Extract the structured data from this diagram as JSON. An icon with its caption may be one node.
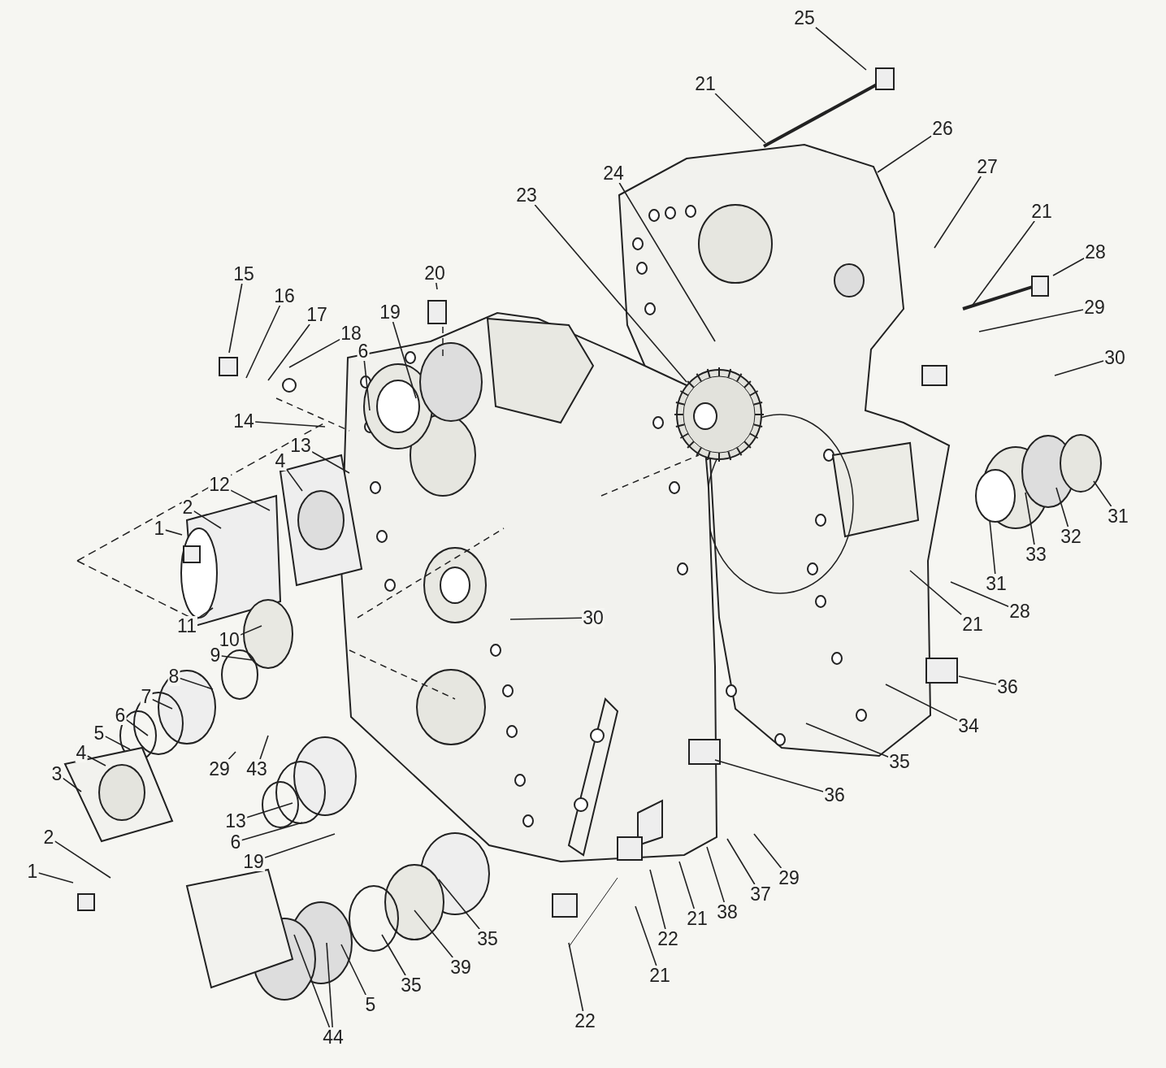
{
  "diagram": {
    "nodes": [
      {
        "text": [
          "25"
        ]
      },
      {
        "text": [
          "21"
        ]
      },
      {
        "text": [
          "26"
        ]
      },
      {
        "text": [
          "24"
        ]
      },
      {
        "text": [
          "23"
        ]
      },
      {
        "text": [
          "27"
        ]
      },
      {
        "text": [
          "21"
        ]
      },
      {
        "text": [
          "28"
        ]
      },
      {
        "text": [
          "29"
        ]
      },
      {
        "text": [
          "30"
        ]
      },
      {
        "text": [
          "20"
        ]
      },
      {
        "text": [
          "15"
        ]
      },
      {
        "text": [
          "16"
        ]
      },
      {
        "text": [
          "19"
        ]
      },
      {
        "text": [
          "17"
        ]
      },
      {
        "text": [
          "18"
        ]
      },
      {
        "text": [
          "6"
        ]
      },
      {
        "text": [
          "14"
        ]
      },
      {
        "text": [
          "13"
        ]
      },
      {
        "text": [
          "4"
        ]
      },
      {
        "text": [
          "12"
        ]
      },
      {
        "text": [
          "2"
        ]
      },
      {
        "text": [
          "1"
        ]
      },
      {
        "text": [
          "31"
        ]
      },
      {
        "text": [
          "32"
        ]
      },
      {
        "text": [
          "33"
        ]
      },
      {
        "text": [
          "31"
        ]
      },
      {
        "text": [
          "28"
        ]
      },
      {
        "text": [
          "30"
        ]
      },
      {
        "text": [
          "21"
        ]
      },
      {
        "text": [
          "11"
        ]
      },
      {
        "text": [
          "10"
        ]
      },
      {
        "text": [
          "9"
        ]
      },
      {
        "text": [
          "8"
        ]
      },
      {
        "text": [
          "36"
        ]
      },
      {
        "text": [
          "7"
        ]
      },
      {
        "text": [
          "6"
        ]
      },
      {
        "text": [
          "34"
        ]
      },
      {
        "text": [
          "5"
        ]
      },
      {
        "text": [
          "4"
        ]
      },
      {
        "text": [
          "3"
        ]
      },
      {
        "text": [
          "35"
        ]
      },
      {
        "text": [
          "29"
        ]
      },
      {
        "text": [
          "43"
        ]
      },
      {
        "text": [
          "36"
        ]
      },
      {
        "text": [
          "13"
        ]
      },
      {
        "text": [
          "2"
        ]
      },
      {
        "text": [
          "6"
        ]
      },
      {
        "text": [
          "19"
        ]
      },
      {
        "text": [
          "1"
        ]
      },
      {
        "text": [
          "29"
        ]
      },
      {
        "text": [
          "37"
        ]
      },
      {
        "text": [
          "38"
        ]
      },
      {
        "text": [
          "21"
        ]
      },
      {
        "text": [
          "22"
        ]
      },
      {
        "text": [
          "35"
        ]
      },
      {
        "text": [
          "39"
        ]
      },
      {
        "text": [
          "21"
        ]
      },
      {
        "text": [
          "35"
        ]
      },
      {
        "text": [
          "5"
        ]
      },
      {
        "text": [
          "22"
        ]
      },
      {
        "text": [
          "44"
        ]
      }
    ],
    "edges": [
      {
        "from": 0,
        "to": null,
        "arrow": "none"
      },
      {
        "from": 1,
        "to": null,
        "arrow": "none"
      },
      {
        "from": 2,
        "to": null,
        "arrow": "none"
      },
      {
        "from": 3,
        "to": null,
        "arrow": "none"
      },
      {
        "from": 4,
        "to": null,
        "arrow": "none"
      },
      {
        "from": 5,
        "to": null,
        "arrow": "none"
      },
      {
        "from": 6,
        "to": null,
        "arrow": "none"
      },
      {
        "from": 7,
        "to": null,
        "arrow": "none"
      },
      {
        "from": 8,
        "to": null,
        "arrow": "none"
      },
      {
        "from": 9,
        "to": null,
        "arrow": "none"
      },
      {
        "from": 10,
        "to": null,
        "arrow": "none"
      },
      {
        "from": 11,
        "to": null,
        "arrow": "none"
      },
      {
        "from": 12,
        "to": null,
        "arrow": "none"
      },
      {
        "from": 13,
        "to": null,
        "arrow": "none"
      },
      {
        "from": 14,
        "to": null,
        "arrow": "none"
      },
      {
        "from": 15,
        "to": null,
        "arrow": "none"
      },
      {
        "from": 16,
        "to": null,
        "arrow": "none"
      },
      {
        "from": 17,
        "to": null,
        "arrow": "none"
      },
      {
        "from": 18,
        "to": null,
        "arrow": "none"
      },
      {
        "from": 19,
        "to": null,
        "arrow": "none"
      },
      {
        "from": 20,
        "to": null,
        "arrow": "none"
      },
      {
        "from": 21,
        "to": null,
        "arrow": "none"
      },
      {
        "from": 22,
        "to": null,
        "arrow": "none"
      },
      {
        "from": 23,
        "to": null,
        "arrow": "none"
      },
      {
        "from": 24,
        "to": null,
        "arrow": "none"
      },
      {
        "from": 25,
        "to": null,
        "arrow": "none"
      },
      {
        "from": 26,
        "to": null,
        "arrow": "none"
      },
      {
        "from": 27,
        "to": null,
        "arrow": "none"
      },
      {
        "from": 28,
        "to": null,
        "arrow": "none"
      },
      {
        "from": 29,
        "to": null,
        "arrow": "none"
      },
      {
        "from": 30,
        "to": null,
        "arrow": "none"
      },
      {
        "from": 31,
        "to": null,
        "arrow": "none"
      },
      {
        "from": 32,
        "to": null,
        "arrow": "none"
      },
      {
        "from": 33,
        "to": null,
        "arrow": "none"
      },
      {
        "from": 34,
        "to": null,
        "arrow": "none"
      },
      {
        "from": 35,
        "to": null,
        "arrow": "none"
      },
      {
        "from": 36,
        "to": null,
        "arrow": "none"
      },
      {
        "from": 37,
        "to": null,
        "arrow": "none"
      },
      {
        "from": 38,
        "to": null,
        "arrow": "none"
      },
      {
        "from": 39,
        "to": null,
        "arrow": "none"
      },
      {
        "from": 40,
        "to": null,
        "arrow": "none"
      },
      {
        "from": 41,
        "to": null,
        "arrow": "none"
      },
      {
        "from": 42,
        "to": null,
        "arrow": "none"
      },
      {
        "from": 43,
        "to": null,
        "arrow": "none"
      },
      {
        "from": 44,
        "to": null,
        "arrow": "none"
      },
      {
        "from": 45,
        "to": null,
        "arrow": "none"
      },
      {
        "from": 46,
        "to": null,
        "arrow": "none"
      },
      {
        "from": 47,
        "to": null,
        "arrow": "none"
      },
      {
        "from": 48,
        "to": null,
        "arrow": "none"
      },
      {
        "from": 49,
        "to": null,
        "arrow": "none"
      },
      {
        "from": 50,
        "to": null,
        "arrow": "none"
      },
      {
        "from": 51,
        "to": null,
        "arrow": "none"
      },
      {
        "from": 52,
        "to": null,
        "arrow": "none"
      },
      {
        "from": 53,
        "to": null,
        "arrow": "none"
      },
      {
        "from": 54,
        "to": null,
        "arrow": "none"
      },
      {
        "from": 55,
        "to": null,
        "arrow": "none"
      },
      {
        "from": 56,
        "to": null,
        "arrow": "none"
      },
      {
        "from": 57,
        "to": null,
        "arrow": "none"
      },
      {
        "from": 58,
        "to": null,
        "arrow": "none"
      },
      {
        "from": 59,
        "to": null,
        "arrow": "none"
      },
      {
        "from": 60,
        "to": null,
        "arrow": "none"
      },
      {
        "from": 61,
        "to": null,
        "arrow": "none"
      },
      {
        "from": 61,
        "to": null,
        "arrow": "none"
      }
    ]
  }
}
